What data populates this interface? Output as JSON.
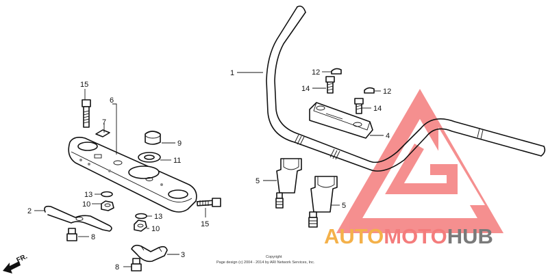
{
  "diagram": {
    "callouts": [
      {
        "id": "c1",
        "label": "1"
      },
      {
        "id": "c2",
        "label": "2"
      },
      {
        "id": "c3",
        "label": "3"
      },
      {
        "id": "c4",
        "label": "4"
      },
      {
        "id": "c5a",
        "label": "5"
      },
      {
        "id": "c5b",
        "label": "5"
      },
      {
        "id": "c6",
        "label": "6"
      },
      {
        "id": "c7",
        "label": "7"
      },
      {
        "id": "c8a",
        "label": "8"
      },
      {
        "id": "c8b",
        "label": "8"
      },
      {
        "id": "c9",
        "label": "9"
      },
      {
        "id": "c10a",
        "label": "10"
      },
      {
        "id": "c10b",
        "label": "10"
      },
      {
        "id": "c11",
        "label": "11"
      },
      {
        "id": "c12a",
        "label": "12"
      },
      {
        "id": "c12b",
        "label": "12"
      },
      {
        "id": "c13a",
        "label": "13"
      },
      {
        "id": "c13b",
        "label": "13"
      },
      {
        "id": "c14a",
        "label": "14"
      },
      {
        "id": "c14b",
        "label": "14"
      },
      {
        "id": "c15a",
        "label": "15"
      },
      {
        "id": "c15b",
        "label": "15"
      }
    ],
    "direction_label": "FR.",
    "copyright_line1": "Copyright",
    "copyright_line2": "Page design (c) 2004 - 2014 by ARI Network Services, Inc."
  },
  "watermark": {
    "part1": "AUTO",
    "part2": "MOTO",
    "part3": "HUB",
    "colors": {
      "primary": "#f47c7c",
      "orange": "#f4b14a",
      "gray": "#7a7a7a"
    }
  }
}
